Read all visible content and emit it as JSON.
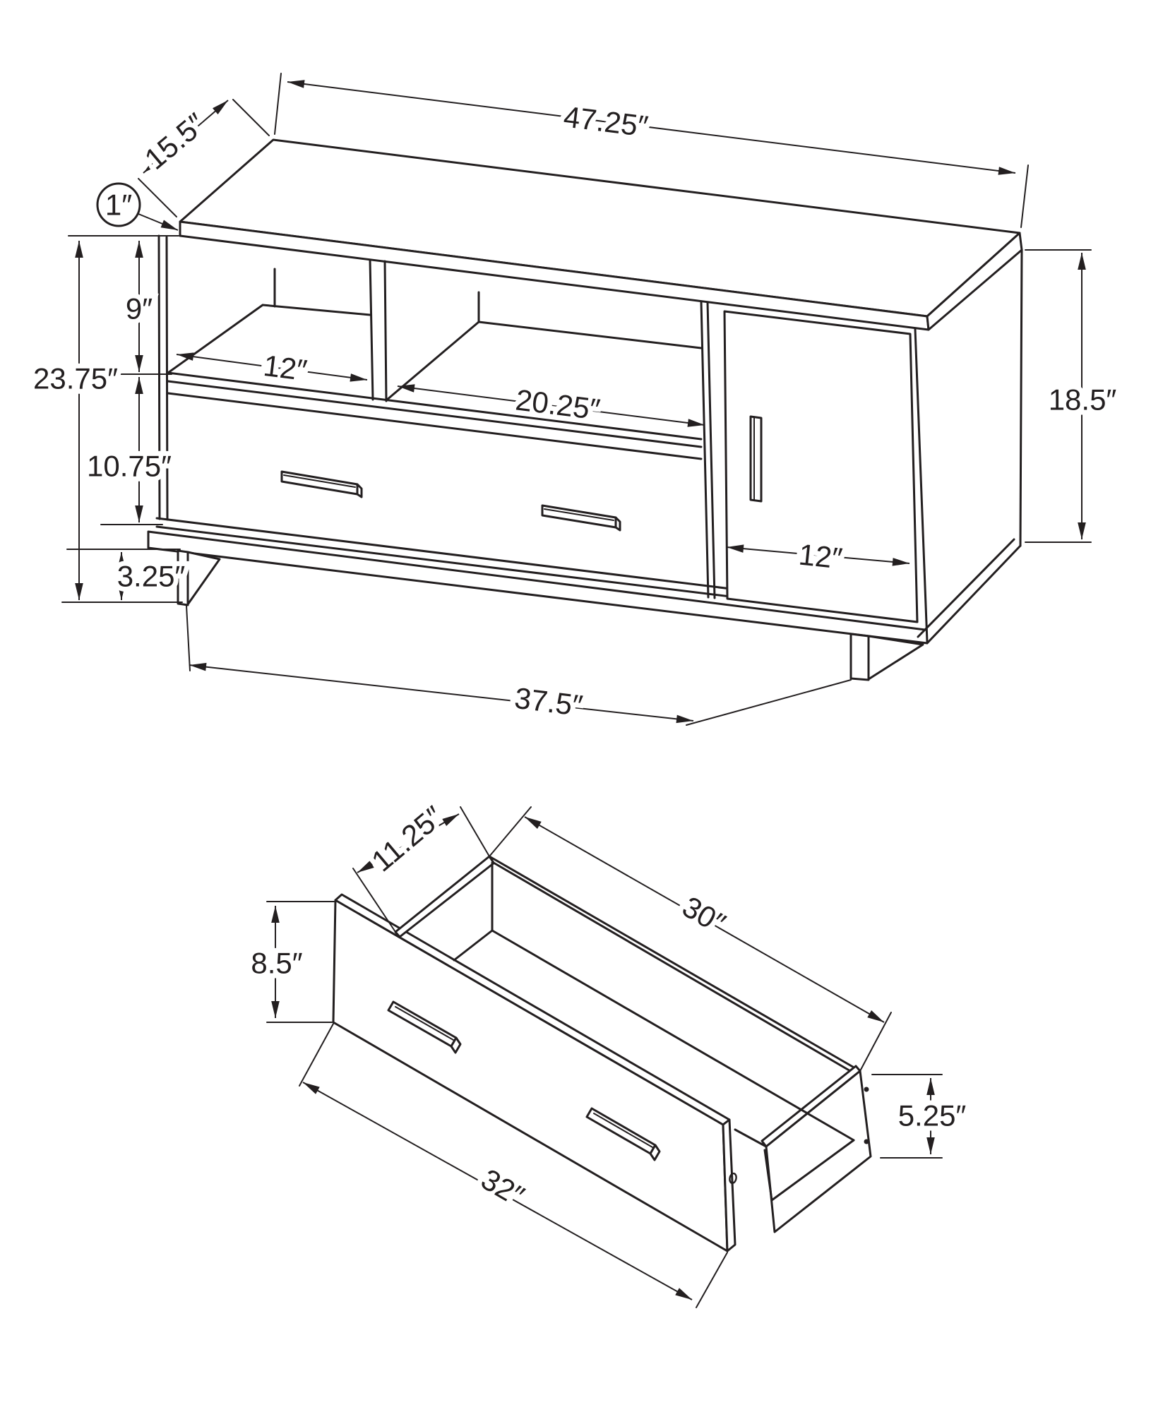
{
  "page": {
    "background": "#ffffff",
    "line_color": "#231f20"
  },
  "views": [
    {
      "name": "tv-stand-overview",
      "labels": {
        "top_width": "47.25″",
        "depth": "15.5″",
        "top_thickness": "1″",
        "shelf_drop": "9″",
        "total_height": "23.75″",
        "left_shelf_width": "12″",
        "middle_shelf_width": "20.25″",
        "drawer_face_height": "10.75″",
        "leg_height": "3.25″",
        "door_width": "12″",
        "side_height": "18.5″",
        "base_width": "37.5″"
      }
    },
    {
      "name": "drawer-detail",
      "labels": {
        "drawer_depth": "11.25″",
        "drawer_length": "30″",
        "front_height": "8.5″",
        "front_width": "32″",
        "box_height": "5.25″"
      }
    }
  ]
}
